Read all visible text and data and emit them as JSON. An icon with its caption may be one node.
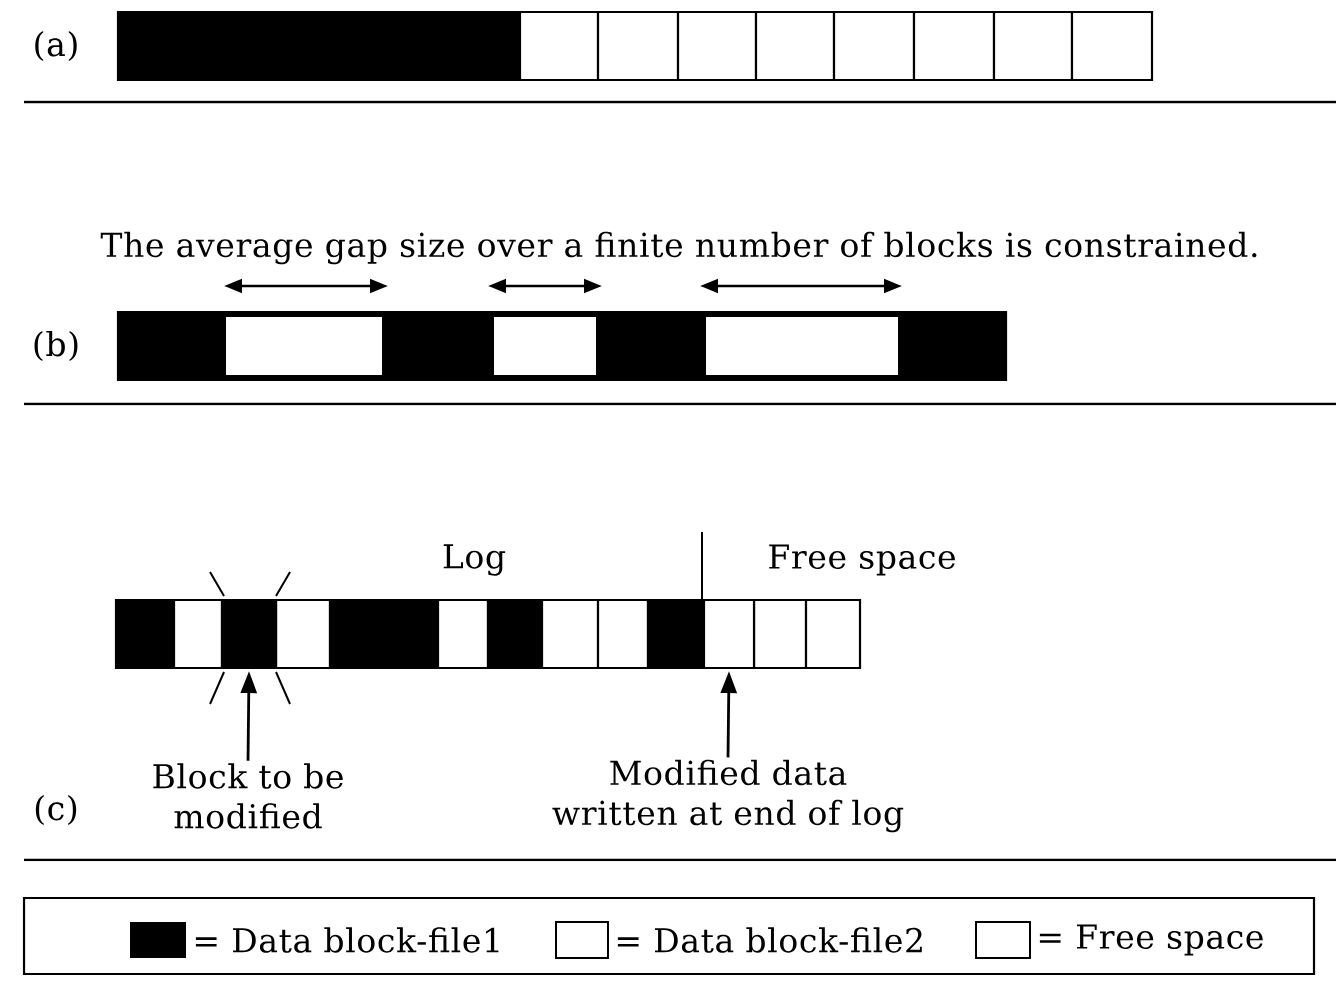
{
  "diagram": {
    "nodes": [
      {
        "text": [],
        "shape": "box"
      },
      {
        "text": [],
        "shape": "box"
      },
      {
        "text": [
          "Block to be modified"
        ]
      },
      {
        "text": [
          "Modified data written at end of log"
        ]
      }
    ],
    "edges": [
      {
        "from": 2,
        "to": 0,
        "arrow": "to"
      },
      {
        "from": 3,
        "to": 1,
        "arrow": "to"
      }
    ],
    "labels": [
      "(a)",
      "The average gap size over a finite number of blocks is constrained.",
      "(b)",
      "Log",
      "Free space",
      "(c)"
    ],
    "legend": [
      {
        "text": "= Data block-file1",
        "color": "#000000"
      },
      {
        "text": "= Data block-file2"
      },
      {
        "text": "= Free space"
      }
    ]
  }
}
